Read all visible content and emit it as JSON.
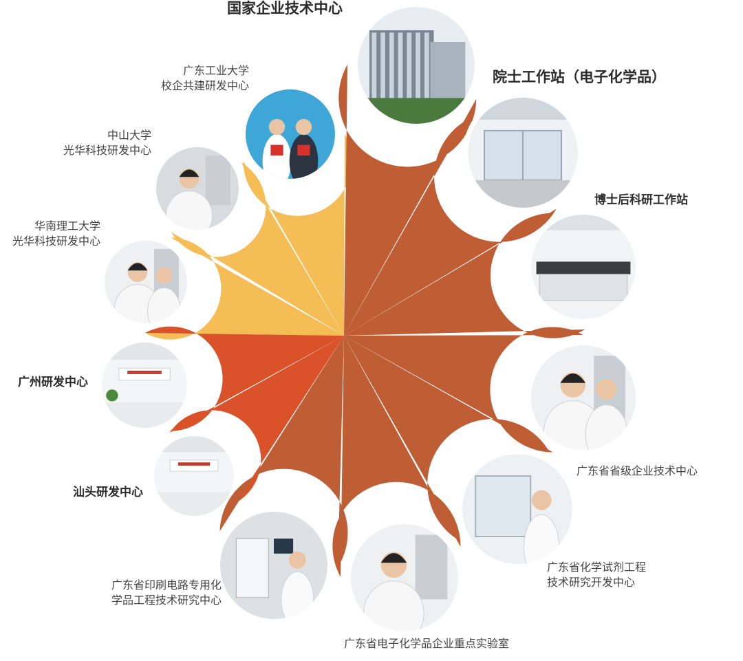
{
  "colors": {
    "rust": "#bf5d34",
    "orange_red": "#d9522a",
    "gold": "#f4bd55",
    "ring": "#ffffff",
    "label_text": "#3a3a3a"
  },
  "petals": [
    {
      "id": "national-center",
      "label": [
        "国家企业技术中心"
      ],
      "color": "rust",
      "photo": "building"
    },
    {
      "id": "academician",
      "label": [
        "院士工作站（电子化学品）"
      ],
      "color": "rust",
      "photo": "lab-glass"
    },
    {
      "id": "postdoc",
      "label": [
        "博士后科研工作站"
      ],
      "color": "rust",
      "photo": "lab-bench"
    },
    {
      "id": "provincial-center",
      "label": [
        "广东省省级企业技术中心"
      ],
      "color": "rust",
      "photo": "scientists"
    },
    {
      "id": "reagent-center",
      "label": [
        "广东省化学试剂工程",
        "技术研究开发中心"
      ],
      "color": "rust",
      "photo": "fume-hood"
    },
    {
      "id": "key-lab",
      "label": [
        "广东省电子化学品企业重点实验室"
      ],
      "color": "rust",
      "photo": "scientist-woman"
    },
    {
      "id": "pcb-center",
      "label": [
        "广东省印刷电路专用化",
        "学品工程技术研究中心"
      ],
      "color": "rust",
      "photo": "instrument"
    },
    {
      "id": "shantou",
      "label": [
        "汕头研发中心"
      ],
      "color": "orange_red",
      "photo": "lobby"
    },
    {
      "id": "guangzhou",
      "label": [
        "广州研发中心"
      ],
      "color": "orange_red",
      "photo": "reception"
    },
    {
      "id": "scut",
      "label": [
        "华南理工大学",
        "光华科技研发中心"
      ],
      "color": "gold",
      "photo": "students"
    },
    {
      "id": "sysu",
      "label": [
        "中山大学",
        "光华科技研发中心"
      ],
      "color": "gold",
      "photo": "researcher"
    },
    {
      "id": "gdut",
      "label": [
        "广东工业大学",
        "校企共建研发中心"
      ],
      "color": "gold",
      "photo": "signing"
    }
  ]
}
